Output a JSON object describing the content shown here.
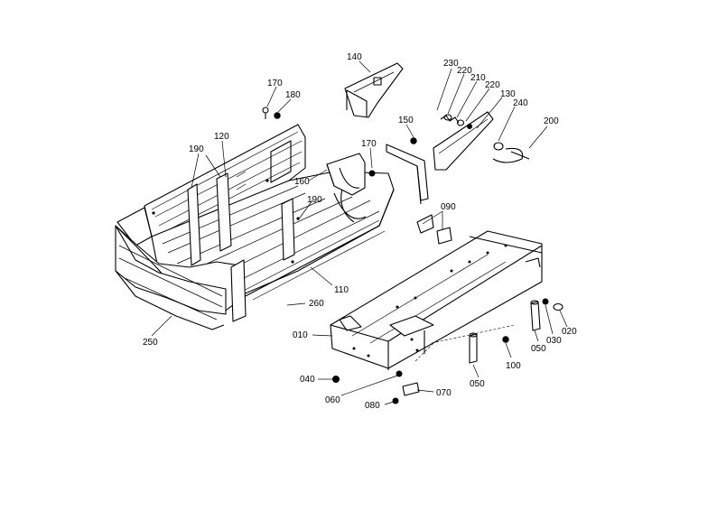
{
  "diagram": {
    "callouts": [
      {
        "id": "c140",
        "text": "140"
      },
      {
        "id": "c230",
        "text": "230"
      },
      {
        "id": "c220a",
        "text": "220"
      },
      {
        "id": "c210",
        "text": "210"
      },
      {
        "id": "c220b",
        "text": "220"
      },
      {
        "id": "c130",
        "text": "130"
      },
      {
        "id": "c240",
        "text": "240"
      },
      {
        "id": "c200",
        "text": "200"
      },
      {
        "id": "c170a",
        "text": "170"
      },
      {
        "id": "c180",
        "text": "180"
      },
      {
        "id": "c150",
        "text": "150"
      },
      {
        "id": "c170b",
        "text": "170"
      },
      {
        "id": "c120",
        "text": "120"
      },
      {
        "id": "c190a",
        "text": "190"
      },
      {
        "id": "c160",
        "text": "160"
      },
      {
        "id": "c190b",
        "text": "190"
      },
      {
        "id": "c090",
        "text": "090"
      },
      {
        "id": "c110",
        "text": "110"
      },
      {
        "id": "c260",
        "text": "260"
      },
      {
        "id": "c250",
        "text": "250"
      },
      {
        "id": "c010",
        "text": "010"
      },
      {
        "id": "c020",
        "text": "020"
      },
      {
        "id": "c030",
        "text": "030"
      },
      {
        "id": "c050a",
        "text": "050"
      },
      {
        "id": "c100",
        "text": "100"
      },
      {
        "id": "c050b",
        "text": "050"
      },
      {
        "id": "c040",
        "text": "040"
      },
      {
        "id": "c070",
        "text": "070"
      },
      {
        "id": "c060",
        "text": "060"
      },
      {
        "id": "c080",
        "text": "080"
      }
    ]
  }
}
